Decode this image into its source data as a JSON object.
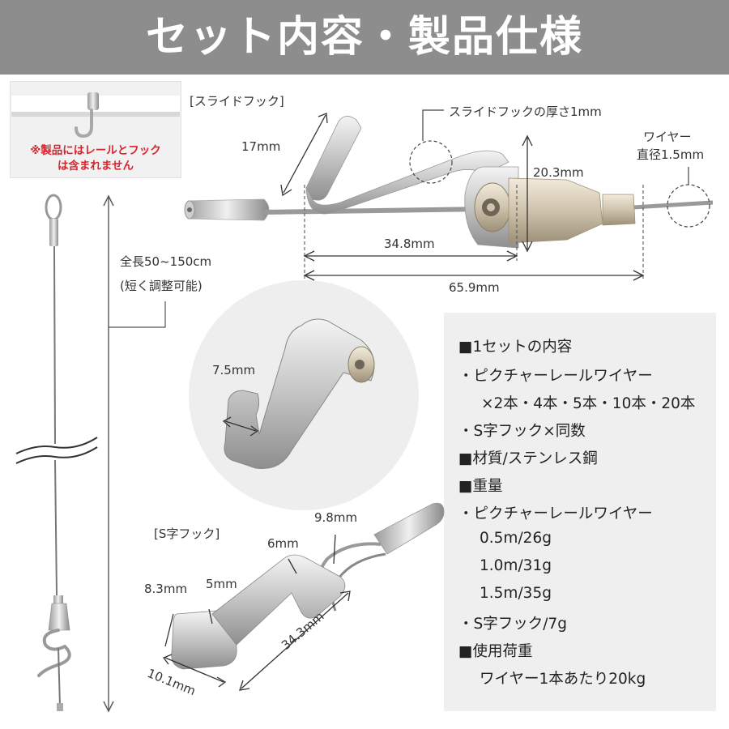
{
  "header": {
    "title": "セット内容・製品仕様"
  },
  "note": {
    "line1": "※製品にはレールとフック",
    "line2": "は含まれません"
  },
  "labels": {
    "slide_hook": "[スライドフック]",
    "thickness": "スライドフックの厚さ1mm",
    "wire_1": "ワイヤー",
    "wire_2": "直径1.5mm",
    "dim_17": "17mm",
    "dim_203": "20.3mm",
    "dim_348": "34.8mm",
    "dim_659": "65.9mm",
    "length_1": "全長50~150cm",
    "length_2": "(短く調整可能)",
    "dim_75": "7.5mm",
    "s_hook": "[S字フック]",
    "dim_98": "9.8mm",
    "dim_6": "6mm",
    "dim_83": "8.3mm",
    "dim_5": "5mm",
    "dim_343": "34.3mm",
    "dim_101": "10.1mm"
  },
  "spec": {
    "lines": [
      "■1セットの内容",
      "・ピクチャーレールワイヤー",
      "×2本・4本・5本・10本・20本",
      "・S字フック×同数",
      "■材質/ステンレス鋼",
      "■重量",
      "・ピクチャーレールワイヤー",
      "0.5m/26g",
      "1.0m/31g",
      "1.5m/35g",
      "・S字フック/7g",
      "■使用荷重",
      "ワイヤー1本あたり20kg"
    ]
  },
  "colors": {
    "header_bg": "#8d8d8d",
    "note_red": "#d8242e",
    "spec_bg": "#efefef"
  }
}
